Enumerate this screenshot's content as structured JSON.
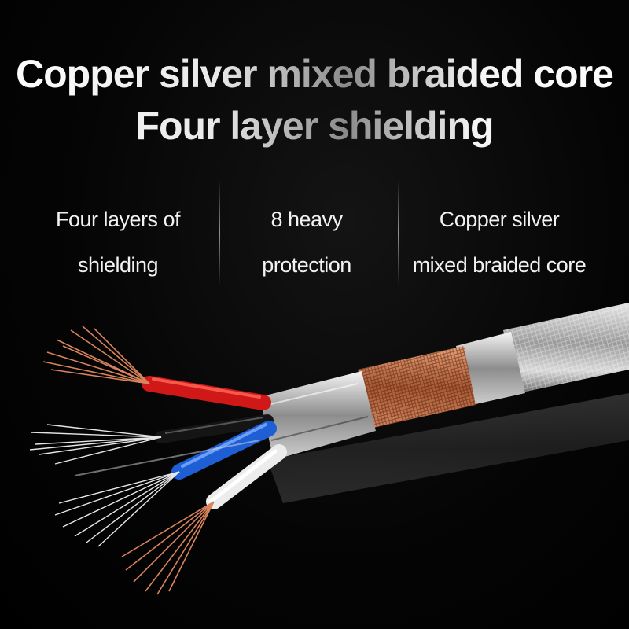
{
  "headline": {
    "line1": "Copper silver mixed braided core",
    "line2": "Four layer shielding"
  },
  "features": [
    {
      "line1": "Four layers of",
      "line2": "shielding"
    },
    {
      "line1": "8 heavy",
      "line2": "protection"
    },
    {
      "line1": "Copper silver",
      "line2": "mixed braided core"
    }
  ],
  "colors": {
    "background": "#000000",
    "text": "#f2f2f2",
    "wire_red": "#d01818",
    "wire_blue": "#1e5fd6",
    "wire_white": "#f0f0f0",
    "wire_black": "#111111",
    "copper": "#c8744a",
    "silver": "#c9c9c9"
  }
}
